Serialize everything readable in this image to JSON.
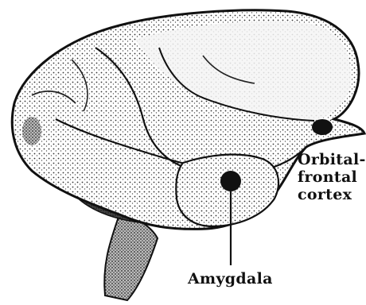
{
  "labels": {
    "orbital_frontal_cortex": [
      "Orbital-",
      "frontal",
      "cortex"
    ],
    "amygdala": "Amygdala"
  },
  "colors": {
    "ink": "#111111",
    "paper": "#ffffff",
    "shade": "#555555"
  }
}
